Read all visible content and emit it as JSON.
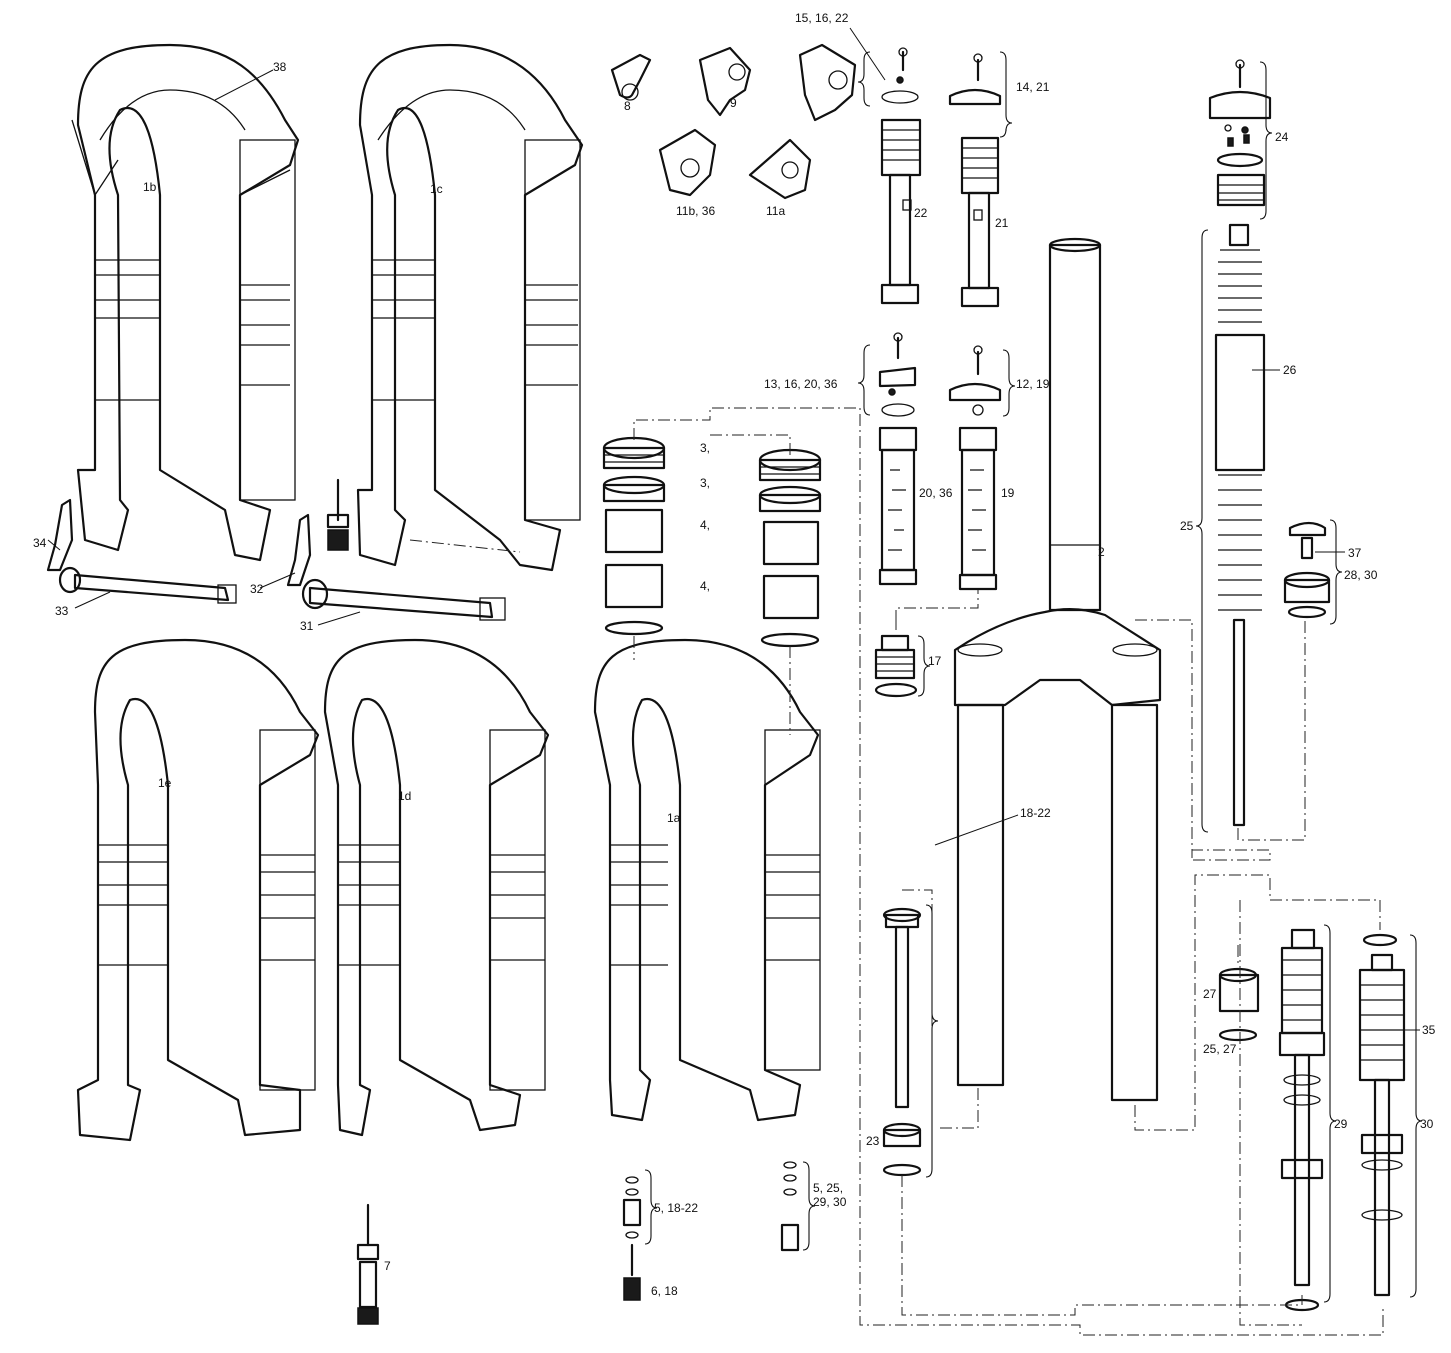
{
  "labels": {
    "l1b": "1b",
    "l1c": "1c",
    "l1e": "1e",
    "l1d": "1d",
    "l1a": "1a",
    "l2": "2",
    "l38": "38",
    "l34": "34",
    "l33": "33",
    "l32": "32",
    "l31": "31",
    "l7": "7",
    "l8": "8",
    "l9": "9",
    "l11b": "11b, 36",
    "l11a": "11a",
    "l15": "15, 16, 22",
    "l14": "14, 21",
    "l22": "22",
    "l21": "21",
    "l13": "13, 16, 20, 36",
    "l12": "12, 19",
    "l3a": "3,",
    "l3b": "3,",
    "l4a": "4,",
    "l4b": "4,",
    "l20": "20, 36",
    "l19": "19",
    "l17": "17",
    "l5a": "5, 18-22",
    "l5b1": "5, 25,",
    "l5b2": "29, 30",
    "l6": "6, 18",
    "l18": "18-22",
    "l23": "23",
    "l24": "24",
    "l25": "25",
    "l26": "26",
    "l37": "37",
    "l28": "28, 30",
    "l27": "27",
    "l2527": "25, 27",
    "l29": "29",
    "l35": "35",
    "l30": "30"
  }
}
